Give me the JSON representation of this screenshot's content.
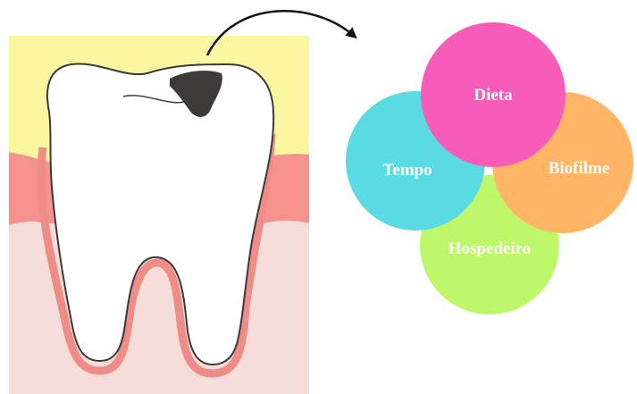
{
  "diagram": {
    "factors": [
      {
        "key": "dieta",
        "label": "Dieta",
        "color": "#F75DB8"
      },
      {
        "key": "biofilme",
        "label": "Biofilme",
        "color": "#FFB566"
      },
      {
        "key": "hospedeiro",
        "label": "Hospedeiro",
        "color": "#BFF76A"
      },
      {
        "key": "tempo",
        "label": "Tempo",
        "color": "#5ADBE3"
      }
    ],
    "colors": {
      "background_top": "#FBF7A0",
      "gum": "#F4938E",
      "bone": "#F6DDDA",
      "root_outline": "#EE8C87",
      "tooth_fill": "#FFFFFF",
      "tooth_outline": "#3A3A3A",
      "cavity": "#3F3A3A",
      "arrow": "#111111"
    }
  }
}
